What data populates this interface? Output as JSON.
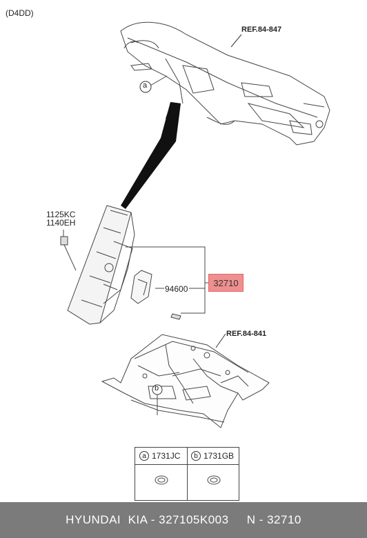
{
  "variant_label": "(D4DD)",
  "refs": {
    "dash": "REF.84-847",
    "floor": "REF.84-841"
  },
  "callouts": {
    "a": "a",
    "b": "b"
  },
  "parts": {
    "bolt_code_1": "1125KC",
    "bolt_code_2": "1140EH",
    "sensor_code": "94600",
    "highlighted_part": "32710"
  },
  "legend": {
    "a_letter": "a",
    "a_code": "1731JC",
    "b_letter": "b",
    "b_code": "1731GB"
  },
  "footer": {
    "text": "HYUNDAI  KIA - 327105K003     N - 32710"
  },
  "colors": {
    "highlight": "#f08f8f",
    "footer_bg": "#7b7b7b"
  }
}
